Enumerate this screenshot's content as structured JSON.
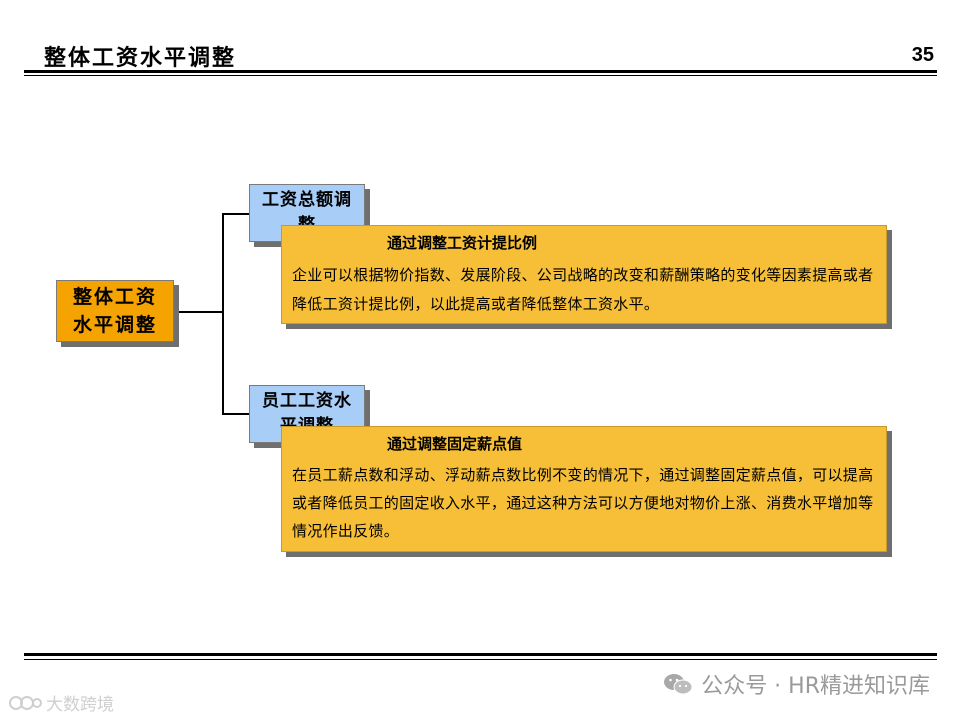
{
  "header": {
    "title": "整体工资水平调整",
    "page_number": "35"
  },
  "diagram": {
    "root": "整体工资水平调整",
    "branches": [
      {
        "label": "工资总额调整",
        "detail_title": "通过调整工资计提比例",
        "detail_text": "企业可以根据物价指数、发展阶段、公司战略的改变和薪酬策略的变化等因素提高或者降低工资计提比例，以此提高或者降低整体工资水平。"
      },
      {
        "label": "员工工资水平调整",
        "detail_title": "通过调整固定薪点值",
        "detail_text": "在员工薪点数和浮动、浮动薪点数比例不变的情况下，通过调整固定薪点值，可以提高或者降低员工的固定收入水平，通过这种方法可以方便地对物价上涨、消费水平增加等情况作出反馈。"
      }
    ]
  },
  "footer": {
    "watermark": "公众号 · HR精进知识库",
    "corner_logo": "大数跨境"
  },
  "colors": {
    "root_box": "#f4a300",
    "branch_box": "#a8cdf7",
    "detail_card": "#f6bf37"
  }
}
